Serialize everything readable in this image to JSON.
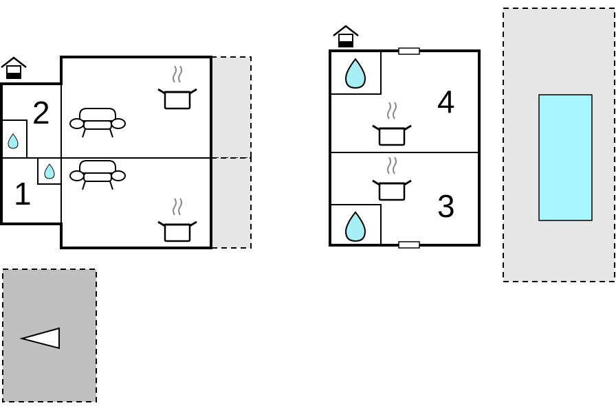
{
  "units": [
    {
      "id": "1",
      "label": "1"
    },
    {
      "id": "2",
      "label": "2"
    },
    {
      "id": "3",
      "label": "3"
    },
    {
      "id": "4",
      "label": "4"
    }
  ],
  "colors": {
    "wall": "#000000",
    "terrace": "#e6e6e6",
    "parking": "#c0c0c0",
    "water": "#a8eef5",
    "pool": "#a6f7ff"
  },
  "icons": [
    "house-icon",
    "sofa-icon",
    "cooking-pot-icon",
    "water-drop-icon",
    "window-icon",
    "compass-arrow-icon"
  ]
}
